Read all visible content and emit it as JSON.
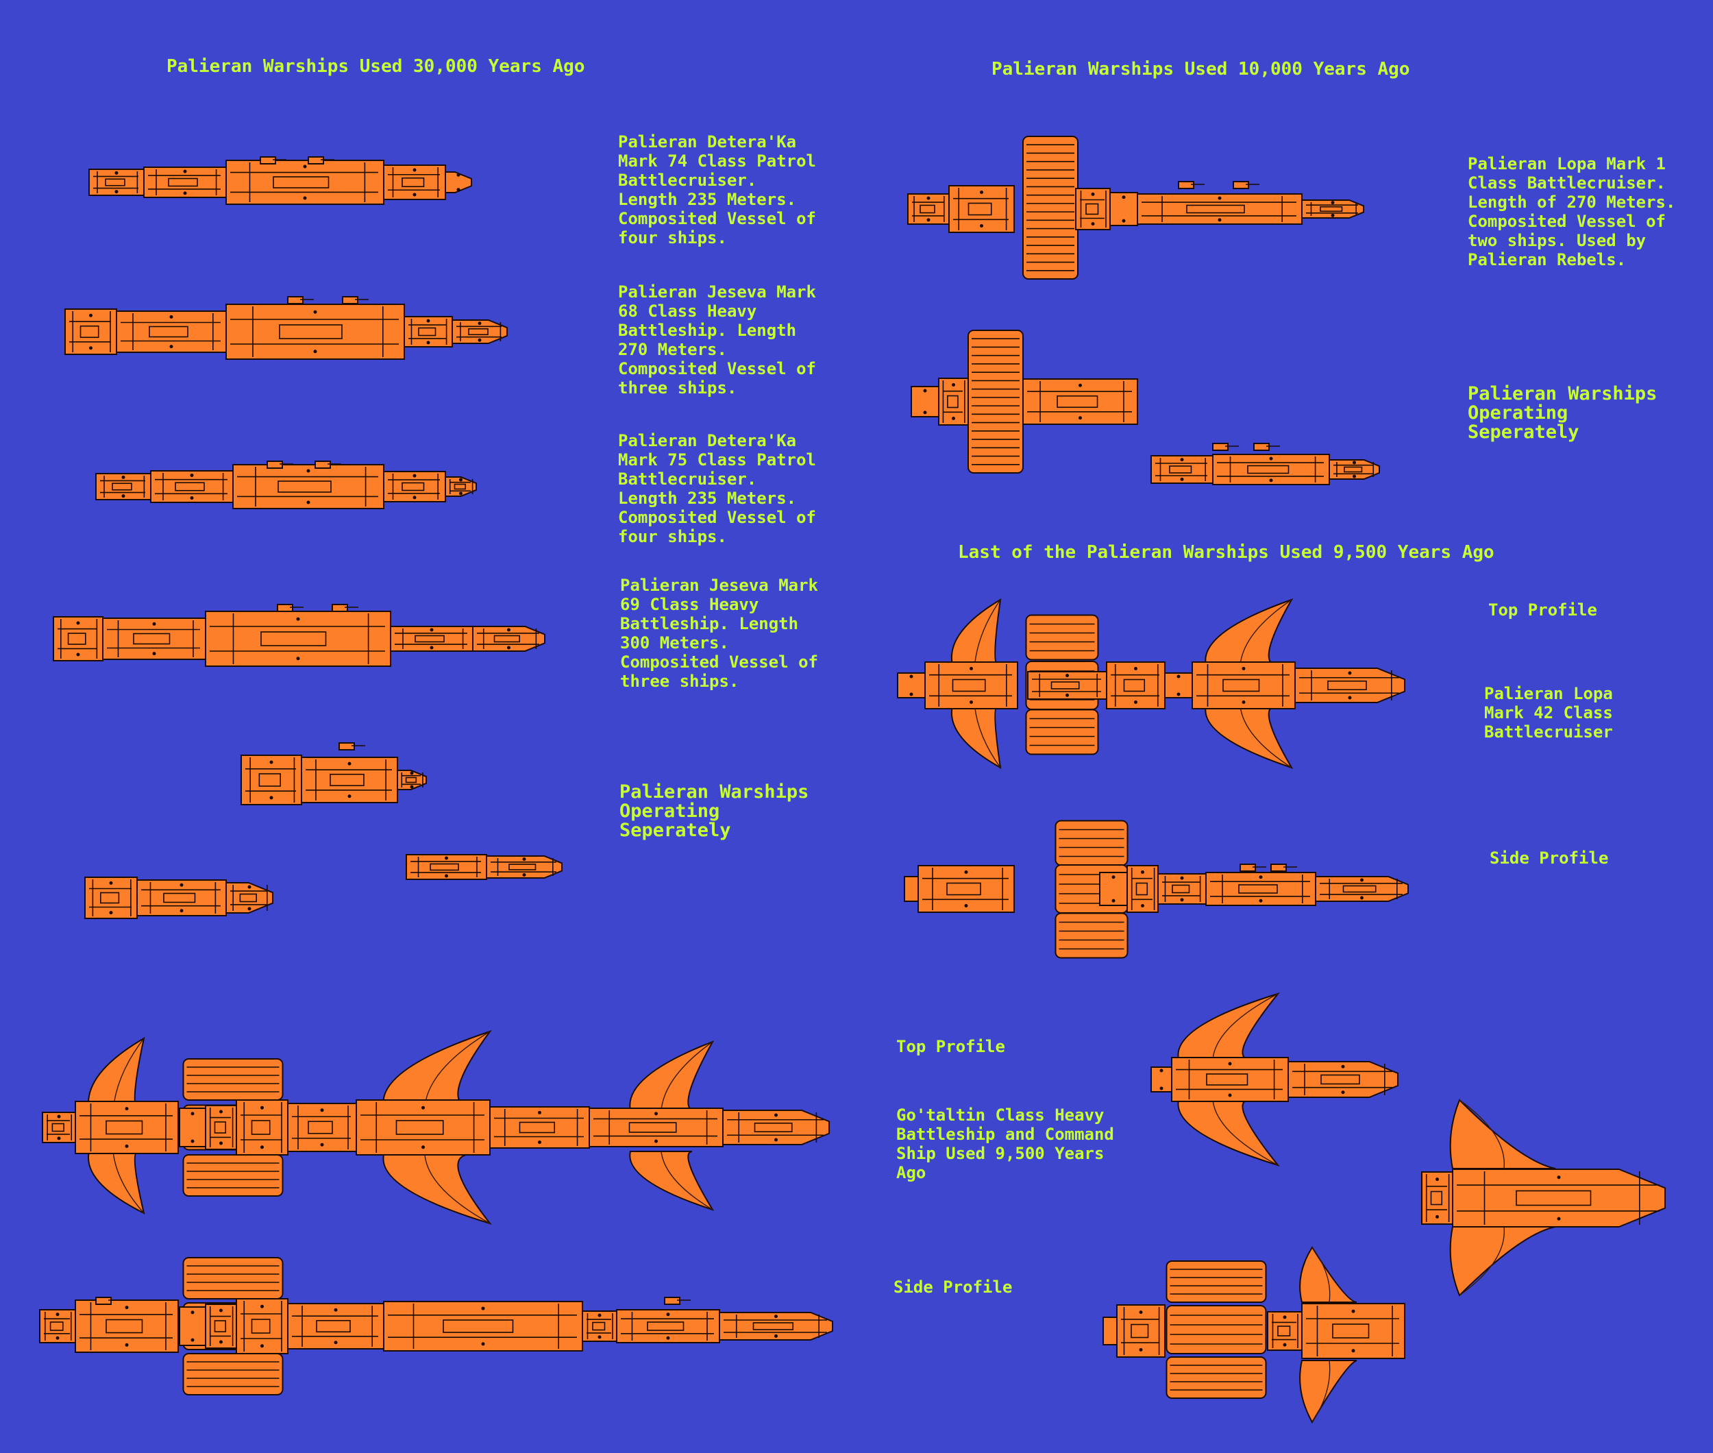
{
  "sections": {
    "s30k": {
      "title": "Palieran Warships Used 30,000 Years Ago"
    },
    "s10k": {
      "title": "Palieran Warships Used 10,000 Years Ago"
    },
    "s9500": {
      "title": "Last of the Palieran Warships Used 9,500 Years Ago"
    }
  },
  "labels": {
    "detera74": "Palieran Detera'Ka\nMark 74 Class Patrol\nBattlecruiser.\nLength 235 Meters.\nComposited Vessel of\nfour ships.",
    "jeseva68": "Palieran Jeseva Mark\n68 Class Heavy\nBattleship. Length\n270 Meters.\nComposited Vessel of\nthree ships.",
    "detera75": "Palieran Detera'Ka\nMark 75 Class Patrol\nBattlecruiser.\nLength 235 Meters.\nComposited Vessel of\nfour ships.",
    "jeseva69": "Palieran Jeseva Mark\n69 Class Heavy\nBattleship. Length\n300 Meters.\nComposited Vessel of\nthree ships.",
    "sep_left": "Palieran Warships\nOperating\nSeperately",
    "lopa1": "Palieran Lopa Mark 1\nClass Battlecruiser.\nLength of 270 Meters.\nComposited Vessel of\ntwo ships. Used by\nPalieran Rebels.",
    "sep_right": "Palieran Warships\nOperating\nSeperately",
    "top_profile_r": "Top Profile",
    "lopa42": "Palieran Lopa\nMark 42 Class\nBattlecruiser",
    "side_profile_r": "Side Profile",
    "top_profile_b": "Top Profile",
    "gotaltin": "Go'taltin Class Heavy\nBattleship and Command\nShip Used 9,500 Years\nAgo",
    "side_profile_b": "Side Profile"
  },
  "colors": {
    "background": "#3d46cc",
    "text": "#c8ff32",
    "hull": "#fd7f2a",
    "outline": "#1a0a00"
  }
}
